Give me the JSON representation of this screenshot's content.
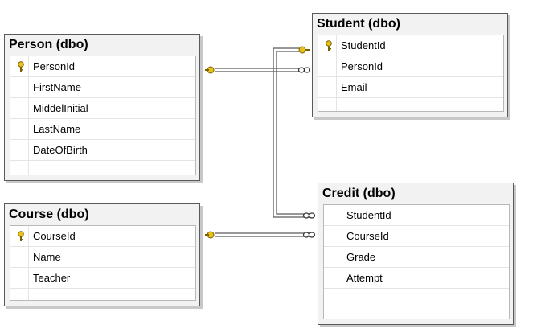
{
  "tables": {
    "person": {
      "title": "Person (dbo)",
      "columns": [
        "PersonId",
        "FirstName",
        "MiddelInitial",
        "LastName",
        "DateOfBirth"
      ],
      "key_column": "PersonId"
    },
    "student": {
      "title": "Student (dbo)",
      "columns": [
        "StudentId",
        "PersonId",
        "Email"
      ],
      "key_column": "StudentId"
    },
    "course": {
      "title": "Course (dbo)",
      "columns": [
        "CourseId",
        "Name",
        "Teacher"
      ],
      "key_column": "CourseId"
    },
    "credit": {
      "title": "Credit (dbo)",
      "columns": [
        "StudentId",
        "CourseId",
        "Grade",
        "Attempt"
      ],
      "key_column": null
    }
  },
  "relationships": [
    {
      "from": "Person.PersonId",
      "to": "Student.PersonId",
      "one_end": "key-icon",
      "many_end": "infinity-icon"
    },
    {
      "from": "Student.StudentId",
      "to": "Credit.StudentId",
      "one_end": "key-icon",
      "many_end": "infinity-icon"
    },
    {
      "from": "Course.CourseId",
      "to": "Credit.CourseId",
      "one_end": "key-icon",
      "many_end": "infinity-icon"
    }
  ],
  "colors": {
    "key": "#e8c21a",
    "line": "#5a5a5a",
    "title_bg": "#f2f2f2"
  }
}
